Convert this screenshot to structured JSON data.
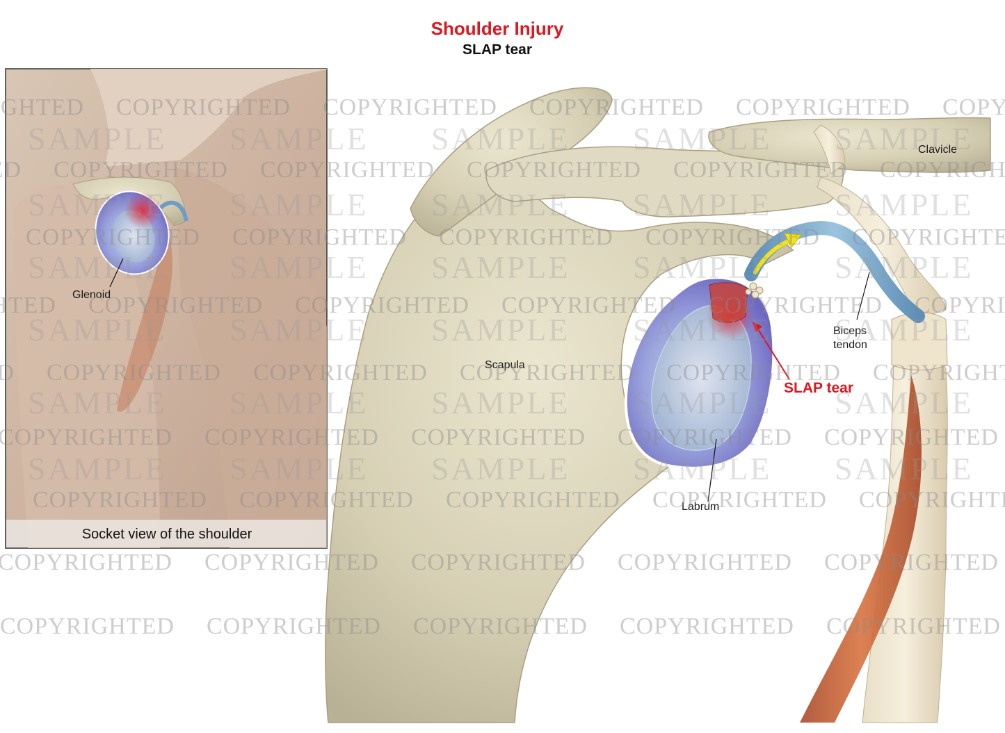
{
  "header": {
    "title": "Shoulder Injury",
    "subtitle": "SLAP tear"
  },
  "inset": {
    "caption": "Socket view of the shoulder",
    "labels": {
      "glenoid": "Glenoid"
    }
  },
  "main": {
    "labels": {
      "clavicle": "Clavicle",
      "scapula": "Scapula",
      "biceps_tendon_line1": "Biceps",
      "biceps_tendon_line2": "tendon",
      "slap_tear": "SLAP tear",
      "labrum": "Labrum"
    }
  },
  "watermark": {
    "primary": "COPYRIGHTED",
    "secondary": "SAMPLE"
  },
  "colors": {
    "title_red": "#e0161e",
    "bone": "#d6cfb4",
    "labrum_purple": "#7a78c8",
    "tendon_blue": "#7aa6c8",
    "arrow_yellow": "#f2e21a"
  }
}
